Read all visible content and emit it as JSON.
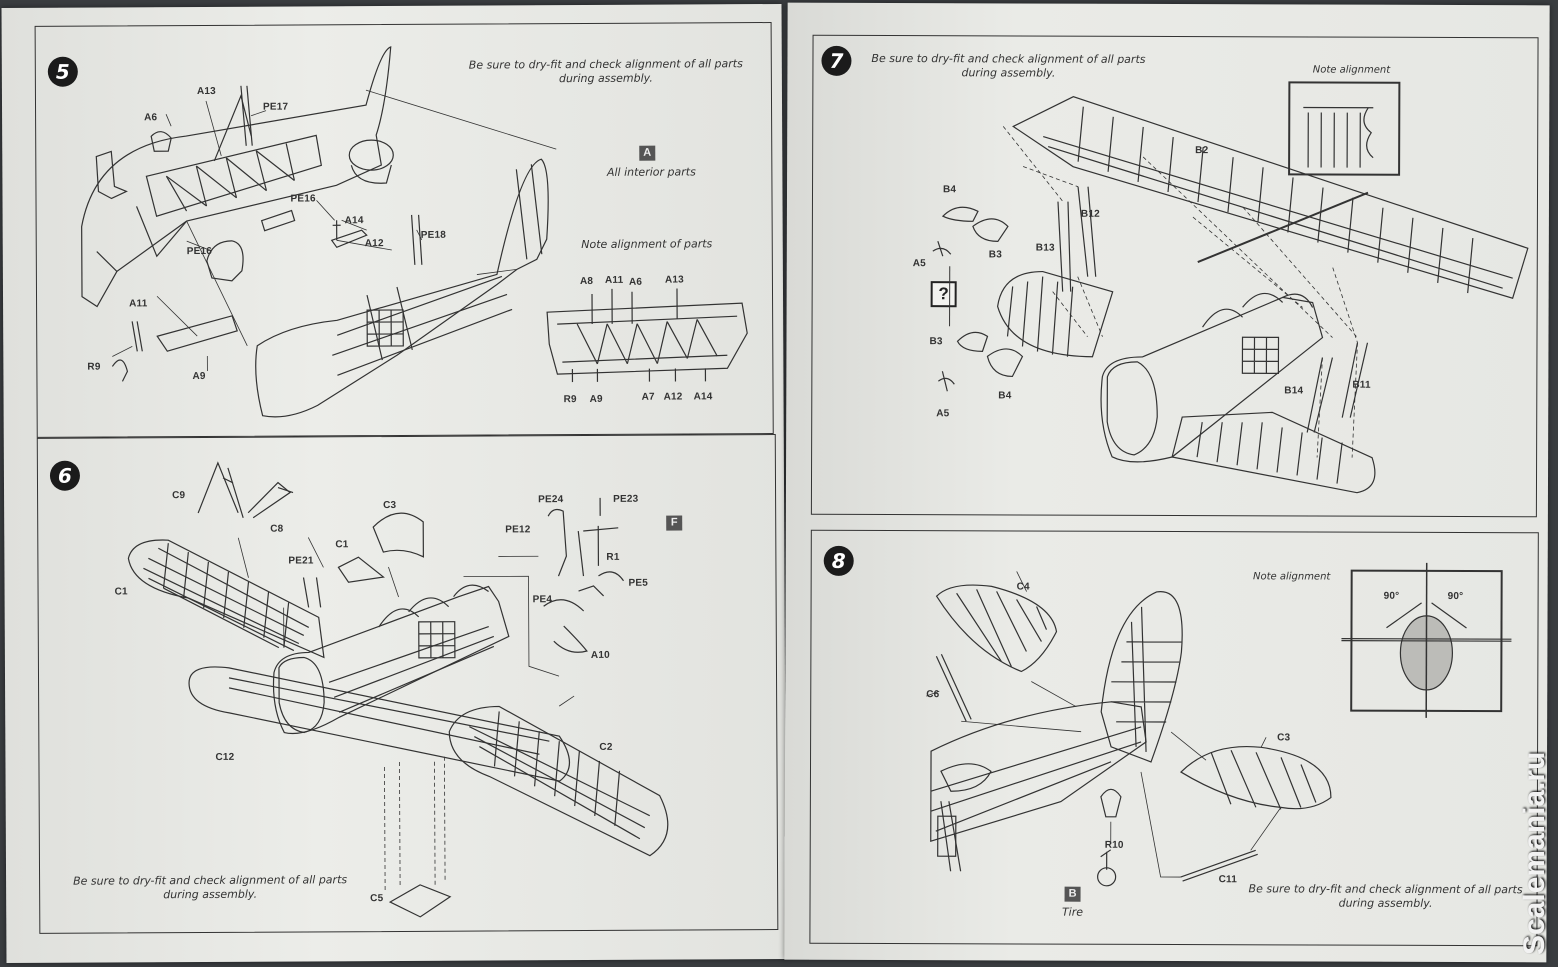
{
  "steps": {
    "s5": {
      "number": "5",
      "note_line1": "Be sure to dry-fit and check alignment of all parts",
      "note_line2": "during assembly.",
      "box_letter": "A",
      "box_caption": "All interior parts",
      "alignment_caption": "Note alignment of parts",
      "labels": [
        "A6",
        "A13",
        "PE17",
        "PE16",
        "A14",
        "A12",
        "PE18",
        "PE16",
        "A11",
        "R9",
        "A9"
      ],
      "detail_labels_top": [
        "A8",
        "A11",
        "A6",
        "A13"
      ],
      "detail_labels_bottom": [
        "R9",
        "A9",
        "A7",
        "A12",
        "A14"
      ]
    },
    "s6": {
      "number": "6",
      "note_line1": "Be sure to dry-fit and check alignment of all parts",
      "note_line2": "during assembly.",
      "box_letter": "F",
      "labels": [
        "C9",
        "C8",
        "C3",
        "C1",
        "PE21",
        "C1",
        "PE24",
        "PE23",
        "PE12",
        "R1",
        "PE5",
        "PE4",
        "A10",
        "C12",
        "C2",
        "C5"
      ]
    },
    "s7": {
      "number": "7",
      "note_line1": "Be sure to dry-fit and check alignment of all parts",
      "note_line2": "during assembly.",
      "alignment_caption": "Note alignment",
      "question_mark": "?",
      "labels": [
        "B2",
        "B4",
        "B12",
        "B13",
        "A5",
        "B3",
        "B3",
        "B4",
        "A5",
        "B14",
        "B11"
      ]
    },
    "s8": {
      "number": "8",
      "alignment_caption": "Note alignment",
      "angle_left": "90°",
      "angle_right": "90°",
      "note_line1": "Be sure to dry-fit and check alignment of all parts",
      "note_line2": "during assembly.",
      "box_letter": "B",
      "box_caption": "Tire",
      "labels": [
        "C4",
        "C6",
        "C3",
        "R10",
        "C11"
      ]
    }
  },
  "watermark": "Scalemania.ru"
}
